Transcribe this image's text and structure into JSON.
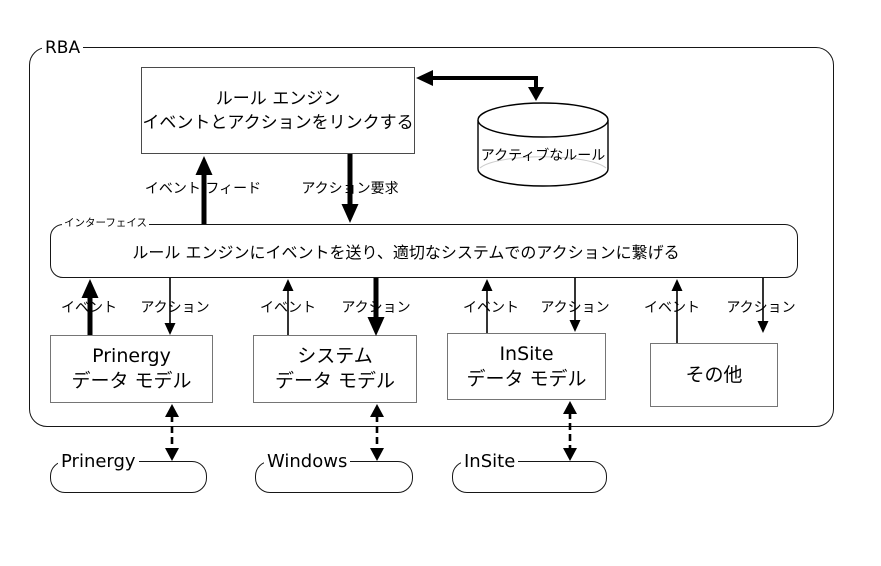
{
  "diagram": {
    "rba_label": "RBA",
    "rule_engine": {
      "title": "ルール エンジン",
      "subtitle": "イベントとアクションをリンクする"
    },
    "active_rules_label": "アクティブなルール",
    "event_feed_label": "イベント フィード",
    "action_request_label": "アクション要求",
    "interface": {
      "label": "インターフェイス",
      "description": "ルール エンジンにイベントを送り、適切なシステムでのアクションに繋げる"
    },
    "columns": [
      {
        "event_label": "イベント",
        "action_label": "アクション",
        "box_title": "Prinergy",
        "box_subtitle": "データ モデル"
      },
      {
        "event_label": "イベント",
        "action_label": "アクション",
        "box_title": "システム",
        "box_subtitle": "データ モデル"
      },
      {
        "event_label": "イベント",
        "action_label": "アクション",
        "box_title": "InSite",
        "box_subtitle": "データ モデル"
      },
      {
        "event_label": "イベント",
        "action_label": "アクション",
        "box_title": "その他"
      }
    ],
    "systems": [
      {
        "label": "Prinergy"
      },
      {
        "label": "Windows"
      },
      {
        "label": "InSite"
      }
    ],
    "colors": {
      "line": "#000000",
      "model_box_border": "#757575",
      "background": "#ffffff"
    }
  }
}
